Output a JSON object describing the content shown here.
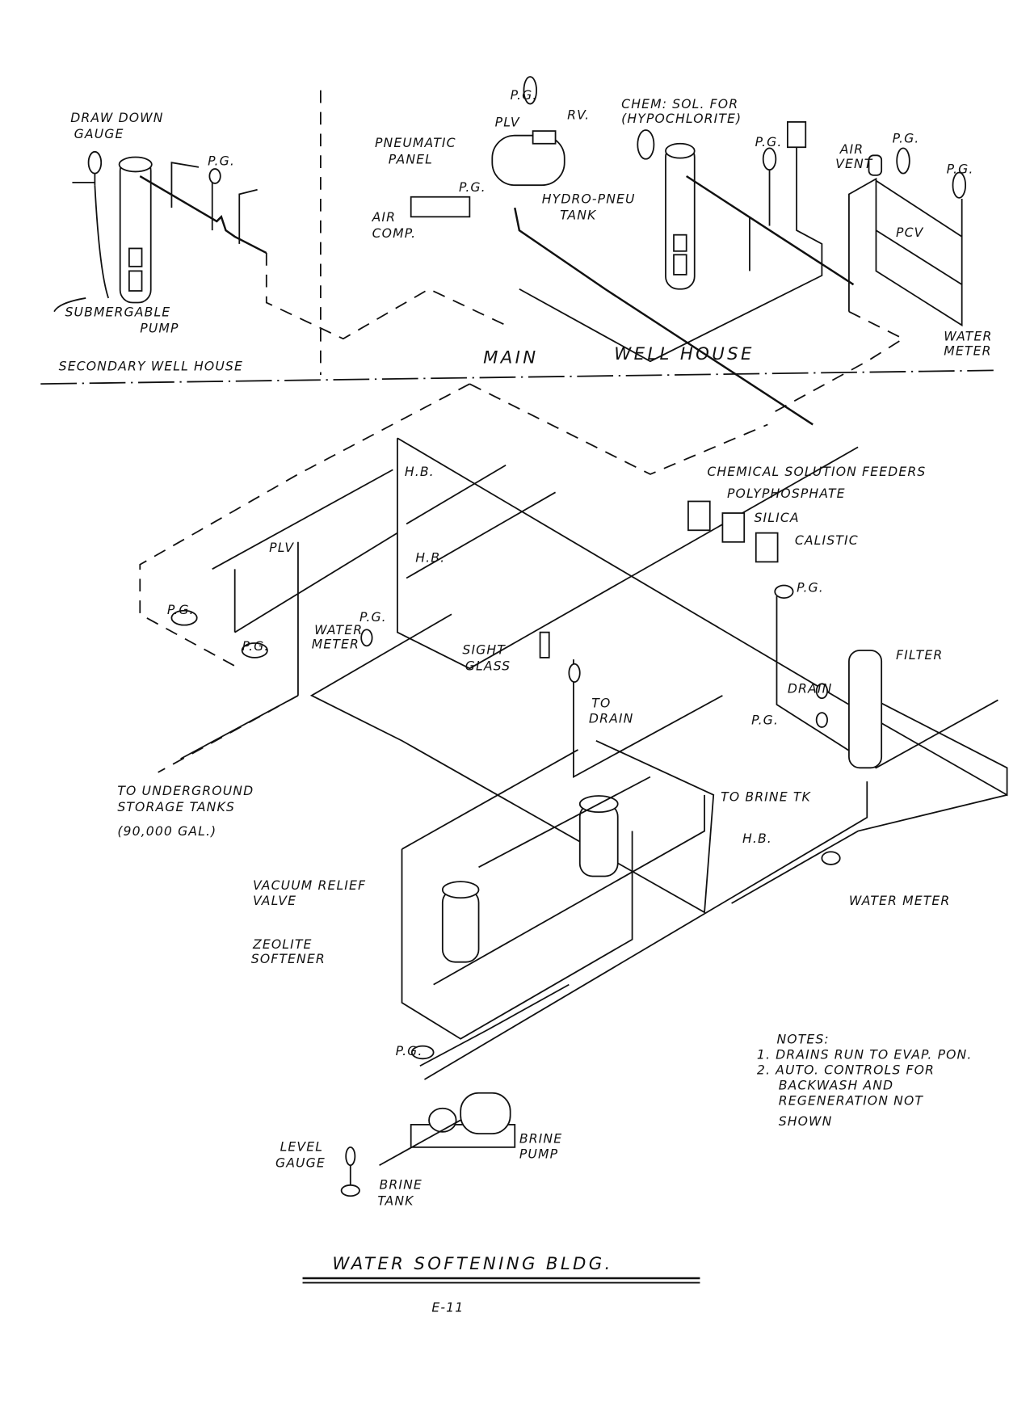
{
  "title": "WATER SOFTENING BLDG.",
  "sheet": "E-11",
  "secondary_well_house": {
    "title": "SECONDARY WELL HOUSE",
    "draw_down_gauge": [
      "DRAW DOWN",
      "GAUGE"
    ],
    "pump": [
      "SUBMERGABLE",
      "PUMP"
    ],
    "pg": "P.G."
  },
  "main_well_house": {
    "title_1": "MAIN",
    "title_2": "WELL HOUSE",
    "pg_top": "P.G.",
    "plv": "PLV",
    "rv": "RV.",
    "pneumatic_panel": [
      "PNEUMATIC",
      "PANEL"
    ],
    "pg_panel": "P.G.",
    "air_comp": [
      "AIR",
      "COMP."
    ],
    "hydro_tank": [
      "HYDRO-PNEU",
      "TANK"
    ],
    "chem_sol": [
      "CHEM: SOL. FOR",
      "(HYPOCHLORITE)"
    ],
    "pg_well": "P.G.",
    "air_vent": [
      "AIR",
      "VENT"
    ],
    "pg_vent": "P.G.",
    "pg_right": "P.G.",
    "pcv": "PCV",
    "water_meter": [
      "WATER",
      "METER"
    ]
  },
  "softening": {
    "chem_feeders": "CHEMICAL SOLUTION FEEDERS",
    "polyphosphate": "POLYPHOSPHATE",
    "silica": "SILICA",
    "calistic": "CALISTIC",
    "hb_1": "H.B.",
    "plv": "PLV",
    "hb_2": "H.B.",
    "pg_left": "P.G.",
    "pg_left2": "P.G.",
    "water_meter_left": [
      "WATER",
      "METER"
    ],
    "pg_mid": "P.G.",
    "sight_glass": [
      "SIGHT",
      "GLASS"
    ],
    "to_drain": [
      "TO",
      "DRAIN"
    ],
    "pg_filter": "P.G.",
    "filter": "FILTER",
    "drain": "DRAIN",
    "pg_drain": "P.G.",
    "to_storage": [
      "TO UNDERGROUND",
      "STORAGE TANKS",
      "(90,000 GAL.)"
    ],
    "to_brine_tk": "TO BRINE TK",
    "hb_3": "H.B.",
    "water_meter_right": "WATER METER",
    "vacuum_relief": [
      "VACUUM  RELIEF",
      "VALVE"
    ],
    "zeolite": [
      "ZEOLITE",
      "SOFTENER"
    ],
    "pg_brine": "P.G.",
    "level_gauge": [
      "LEVEL",
      "GAUGE"
    ],
    "brine_pump": [
      "BRINE",
      "PUMP"
    ],
    "brine_tank": [
      "BRINE",
      "TANK"
    ]
  },
  "notes": {
    "heading": "NOTES:",
    "lines": [
      "1. DRAINS RUN TO EVAP. PON.",
      "2. AUTO. CONTROLS  FOR",
      "BACKWASH  AND",
      "REGENERATION  NOT",
      "SHOWN"
    ]
  }
}
